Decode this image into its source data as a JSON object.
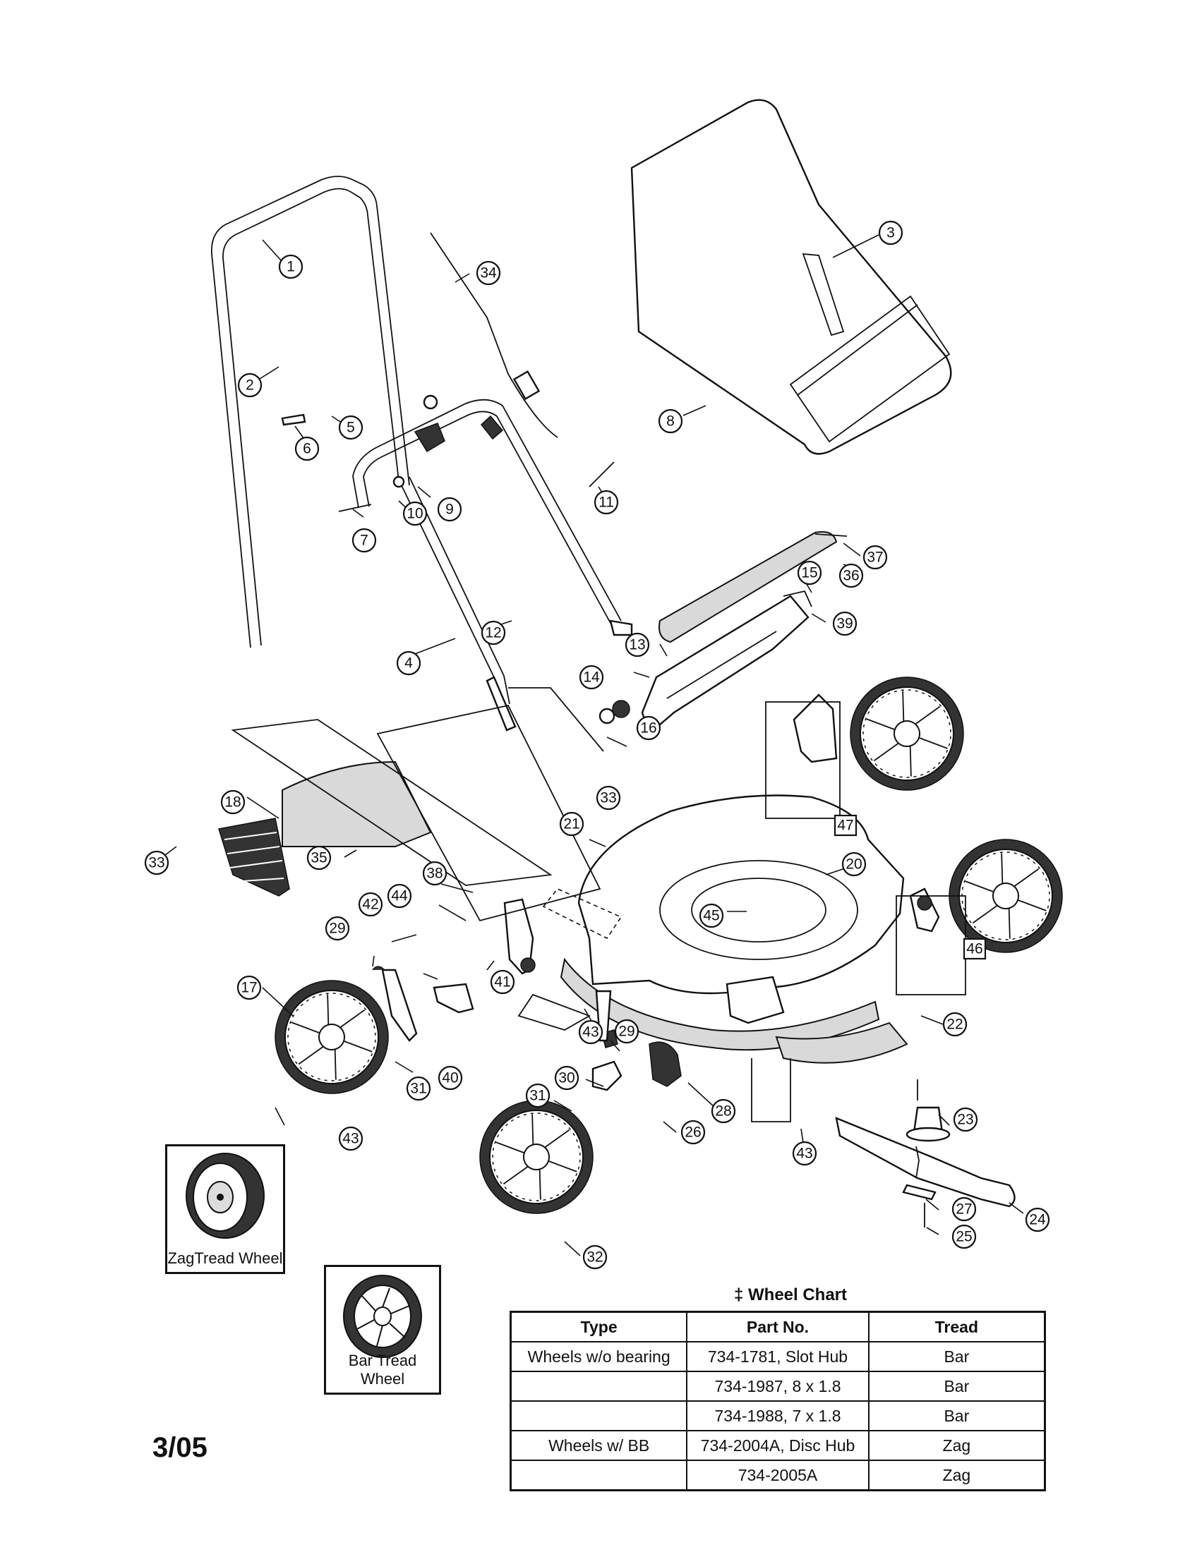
{
  "callouts": {
    "c1": "1",
    "c2": "2",
    "c3": "3",
    "c4": "4",
    "c5": "5",
    "c6": "6",
    "c7": "7",
    "c8": "8",
    "c9": "9",
    "c10": "10",
    "c11": "11",
    "c12": "12",
    "c13": "13",
    "c14": "14",
    "c15": "15",
    "c16": "16",
    "c17": "17",
    "c18": "18",
    "c20": "20",
    "c21": "21",
    "c22": "22",
    "c23": "23",
    "c24": "24",
    "c25": "25",
    "c26": "26",
    "c27": "27",
    "c28": "28",
    "c29a": "29",
    "c29b": "29",
    "c30": "30",
    "c31a": "31",
    "c31b": "31",
    "c32": "32",
    "c33a": "33",
    "c33b": "33",
    "c34": "34",
    "c35": "35",
    "c36": "36",
    "c37": "37",
    "c38": "38",
    "c39": "39",
    "c40": "40",
    "c41": "41",
    "c42": "42",
    "c43a": "43",
    "c43b": "43",
    "c43c": "43",
    "c44": "44",
    "c45": "45",
    "c46": "46",
    "c47": "47"
  },
  "insets": {
    "zag_label": "ZagTread Wheel",
    "bar_label": "Bar Tread Wheel"
  },
  "wheel_chart": {
    "title": "‡ Wheel Chart",
    "headers": [
      "Type",
      "Part No.",
      "Tread"
    ],
    "rows": [
      [
        "Wheels w/o bearing",
        "734-1781, Slot Hub",
        "Bar"
      ],
      [
        "",
        "734-1987, 8 x 1.8",
        "Bar"
      ],
      [
        "",
        "734-1988, 7 x 1.8",
        "Bar"
      ],
      [
        "Wheels w/ BB",
        "734-2004A, Disc Hub",
        "Zag"
      ],
      [
        "",
        "734-2005A",
        "Zag"
      ]
    ]
  },
  "date_code": "3/05"
}
